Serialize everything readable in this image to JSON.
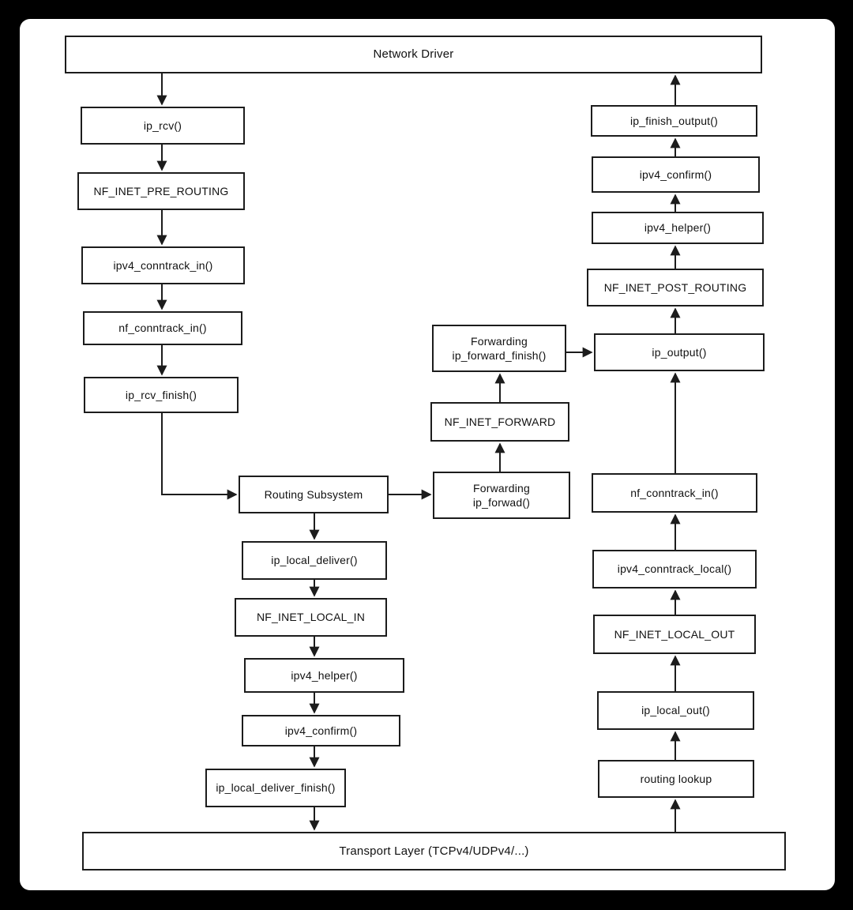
{
  "colors": {
    "background": "#000000",
    "panel": "#ffffff",
    "line": "#1c1c1c",
    "text": "#111111"
  },
  "nodes": {
    "network_driver": "Network Driver",
    "ip_rcv": "ip_rcv()",
    "nf_inet_pre_routing": "NF_INET_PRE_ROUTING",
    "ipv4_conntrack_in": "ipv4_conntrack_in()",
    "nf_conntrack_in_rx": "nf_conntrack_in()",
    "ip_rcv_finish": "ip_rcv_finish()",
    "routing_subsystem": "Routing Subsystem",
    "forwarding_ip_forwad": "Forwarding\nip_forwad()",
    "nf_inet_forward": "NF_INET_FORWARD",
    "forwarding_ip_forward_finish": "Forwarding\nip_forward_finish()",
    "ip_output": "ip_output()",
    "ip_local_deliver": "ip_local_deliver()",
    "nf_inet_local_in": "NF_INET_LOCAL_IN",
    "ipv4_helper_in": "ipv4_helper()",
    "ipv4_confirm_in": "ipv4_confirm()",
    "ip_local_deliver_finish": "ip_local_deliver_finish()",
    "transport_layer": "Transport Layer (TCPv4/UDPv4/...)",
    "routing_lookup": "routing lookup",
    "ip_local_out": "ip_local_out()",
    "nf_inet_local_out": "NF_INET_LOCAL_OUT",
    "ipv4_conntrack_local": "ipv4_conntrack_local()",
    "nf_conntrack_in_tx": "nf_conntrack_in()",
    "nf_inet_post_routing": "NF_INET_POST_ROUTING",
    "ipv4_helper_out": "ipv4_helper()",
    "ipv4_confirm_out": "ipv4_confirm()",
    "ip_finish_output": "ip_finish_output()"
  }
}
